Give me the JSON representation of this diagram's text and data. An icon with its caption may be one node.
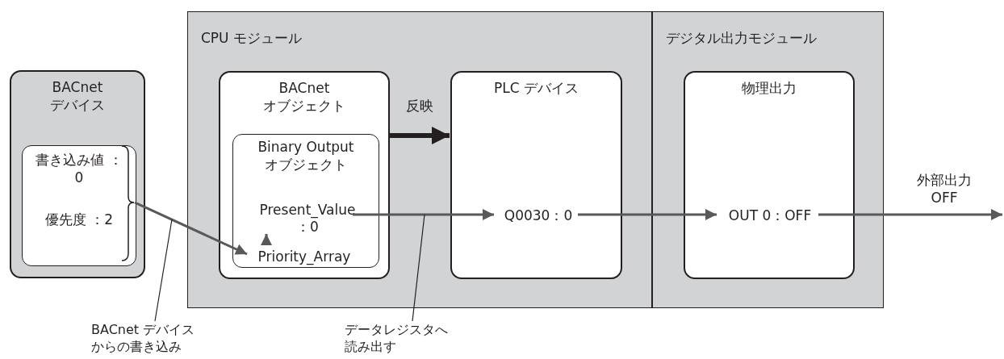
{
  "diagram": {
    "nodes": [
      {
        "text": [
          "CPU モジュール"
        ]
      },
      {
        "text": [
          "デジタル出力モジュール"
        ]
      },
      {
        "text": [
          "BACnet デバイス"
        ]
      },
      {
        "text": [
          "書き込み値 ：0",
          "優先度 ：2"
        ],
        "in": 2
      },
      {
        "text": [
          "BACnet オブジェクト"
        ],
        "in": 0
      },
      {
        "text": [
          "Binary Output オブジェクト"
        ],
        "in": 4
      },
      {
        "text": [
          "Present_Value ：0"
        ],
        "in": 5
      },
      {
        "text": [
          "Priority_Array"
        ],
        "in": 5
      },
      {
        "text": [
          "PLC デバイス"
        ],
        "in": 0
      },
      {
        "text": [
          "Q0030：0"
        ],
        "in": 8
      },
      {
        "text": [
          "物理出力"
        ],
        "in": 1
      },
      {
        "text": [
          "OUT 0：OFF"
        ],
        "in": 10
      },
      {
        "text": [
          "BACnet デバイスからの書き込み"
        ]
      },
      {
        "text": [
          "データレジスタへ読み出す"
        ]
      }
    ],
    "edges": [
      {
        "from": 3,
        "to": 7,
        "arrow": "to"
      },
      {
        "from": 7,
        "to": 6,
        "arrow": "to"
      },
      {
        "from": 4,
        "to": 8,
        "arrow": "to",
        "label": "反映",
        "style": "thick",
        "color": "#231f20"
      },
      {
        "from": 6,
        "to": 9,
        "arrow": "to"
      },
      {
        "from": 9,
        "to": 11,
        "arrow": "to"
      },
      {
        "from": 11,
        "to": null,
        "arrow": "to",
        "label": "外部出力 OFF"
      },
      {
        "from": 12,
        "to": null,
        "arrow": "none",
        "color": "#231f20"
      },
      {
        "from": 13,
        "to": null,
        "arrow": "none",
        "color": "#231f20"
      }
    ]
  }
}
